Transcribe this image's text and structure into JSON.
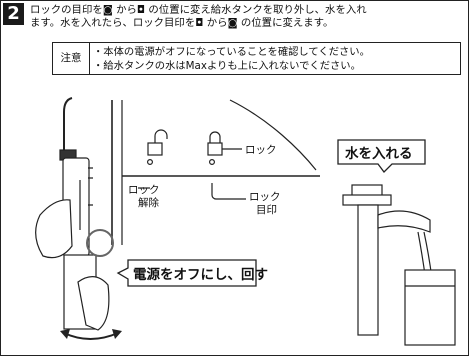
{
  "step": {
    "number": "2"
  },
  "instruction": {
    "line1": "ロックの目印を◙ から◘ の位置に変え給水タンクを取り外し、水を入れ",
    "line2": "ます。水を入れたら、ロック目印を◘ から◙ の位置に変えます。"
  },
  "caution": {
    "label": "注意",
    "items": [
      "・本体の電源がオフになっていることを確認してください。",
      "・給水タンクの水はMaxよりも上に入れないでください。"
    ]
  },
  "lock_diagram": {
    "unlock_label_line1": "ロック",
    "unlock_label_line2": "解除",
    "lock_label": "ロック",
    "mark_label_line1": "ロック",
    "mark_label_line2": "目印"
  },
  "callout_power": "電源をオフにし、回す",
  "callout_water": "水を入れる",
  "icons": [
    "lock-closed-icon",
    "lock-open-icon",
    "rotate-arrow-icon"
  ]
}
